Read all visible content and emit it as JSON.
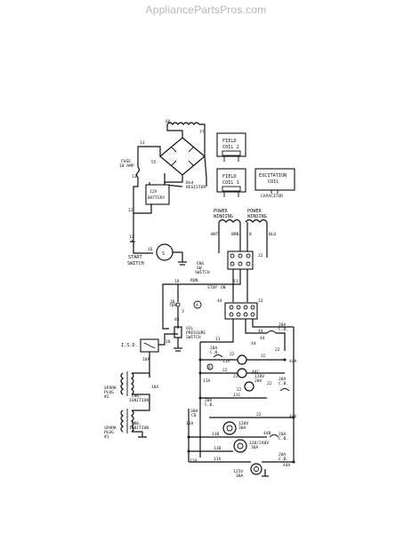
{
  "watermark": "AppliancePartsPros.com",
  "labels": {
    "field_coil_2": [
      "FIELD",
      "COIL 2"
    ],
    "field_coil_1": [
      "FIELD",
      "COIL 1"
    ],
    "excitation_coil": [
      "EXCITATION",
      "COIL"
    ],
    "capacitor": "CAPACITOR",
    "fuse": [
      "FUSE",
      "10 AMP"
    ],
    "battery": [
      "12V",
      "BATTERY"
    ],
    "resistor": [
      "RESISTOR"
    ],
    "start_switch": [
      "START",
      "SWITCH"
    ],
    "starter": "S",
    "power_winding_left": [
      "POWER",
      "WINDING"
    ],
    "power_winding_right": [
      "POWER",
      "WINDING"
    ],
    "eng_sw_switch": [
      "ENG",
      "SW",
      "SWITCH"
    ],
    "run": "RUN",
    "stop": "STOP",
    "on": "ON",
    "tdr": "TDR",
    "oil_pressure_switch": [
      "OIL",
      "PRESSURE",
      "SWITCH"
    ],
    "isd": "I.S.D.",
    "spark_plug_2": [
      "SPARK",
      "PLUG",
      "#2"
    ],
    "spark_plug_1": [
      "SPARK",
      "PLUG",
      "#1"
    ],
    "eng_ignition_top": [
      "ENG.",
      "IGNITION"
    ],
    "eng_ignition_bottom": [
      "ENG.",
      "IGNITION"
    ],
    "cb_20a_top": [
      "20A",
      "C.B."
    ],
    "cb_20a_mid": [
      "20A",
      "C.B."
    ],
    "cb_20a_right1": [
      "20A",
      "C.B."
    ],
    "cb_20a_right2": [
      "20A",
      "C.B."
    ],
    "cb_20a_right3": [
      "20A",
      "C.B."
    ],
    "cb_30a": [
      "30A",
      "CB"
    ],
    "receptacle_120v": [
      "120V",
      "20A"
    ],
    "receptacle_120v_30a": [
      "120V",
      "30A"
    ],
    "receptacle_120_240": [
      "120/240V",
      "30A"
    ],
    "receptacle_125v": [
      "125V",
      "30A"
    ],
    "circle_a": "A"
  },
  "wire_numbers": [
    "13",
    "16",
    "55",
    "66",
    "77",
    "11",
    "12",
    "18",
    "83",
    "44",
    "22",
    "11A",
    "11B",
    "11C",
    "18A",
    "44A",
    "44B",
    "44C",
    "22A",
    "22B",
    "33",
    "WHT",
    "BRN",
    "BLU"
  ]
}
